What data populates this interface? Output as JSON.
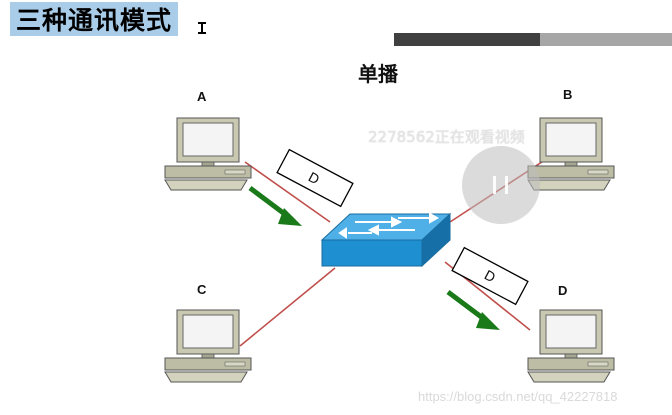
{
  "header": {
    "title": "三种通讯模式"
  },
  "slide": {
    "title": "单播"
  },
  "nodes": {
    "a": "A",
    "b": "B",
    "c": "C",
    "d": "D"
  },
  "frames": {
    "frame1": "D",
    "frame2": "D"
  },
  "overlays": {
    "viewer_watermark": "2278562正在观看视频",
    "blog_watermark": "https://blog.csdn.net/qq_42227818"
  },
  "colors": {
    "title_highlight": "#a9cde9",
    "switch": "#1e8fd0",
    "link_line": "#c0504d",
    "arrow": "#1a7a1a"
  }
}
